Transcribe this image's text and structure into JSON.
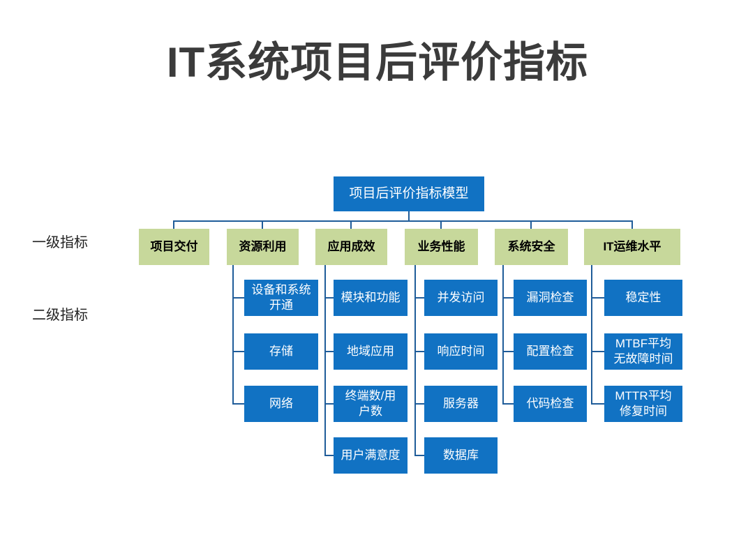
{
  "title": "IT系统项目后评价指标",
  "row_labels": [
    "一级指标",
    "二级指标"
  ],
  "root": {
    "label": "项目后评价指标模型"
  },
  "columns": [
    {
      "level1": "项目交付",
      "children": []
    },
    {
      "level1": "资源利用",
      "children": [
        "设备和系统\n开通",
        "存储",
        "网络"
      ]
    },
    {
      "level1": "应用成效",
      "children": [
        "模块和功能",
        "地域应用",
        "终端数/用\n户数",
        "用户满意度"
      ]
    },
    {
      "level1": "业务性能",
      "children": [
        "并发访问",
        "响应时间",
        "服务器",
        "数据库"
      ]
    },
    {
      "level1": "系统安全",
      "children": [
        "漏洞检查",
        "配置检查",
        "代码检查"
      ]
    },
    {
      "level1": "IT运维水平",
      "children": [
        "稳定性",
        "MTBF平均\n无故障时间",
        "MTTR平均\n修复时间"
      ]
    }
  ],
  "colors": {
    "box_blue": "#1172C3",
    "box_green": "#C7D89B",
    "connector": "#1F5C99",
    "title_text": "#3B3B3B",
    "label_text": "#1F1F1F"
  }
}
